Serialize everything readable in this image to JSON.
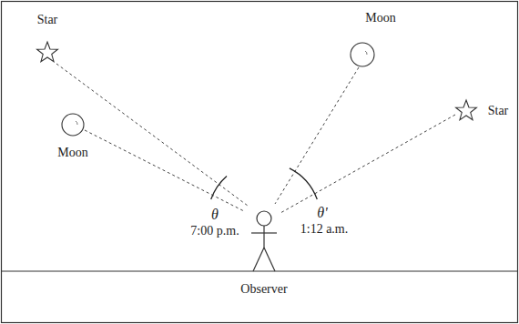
{
  "diagram": {
    "labels": [
      "Star",
      "Moon",
      "Moon",
      "Star",
      "θ",
      "7:00 p.m.",
      "θ'",
      "1:12 a.m.",
      "Observer"
    ]
  }
}
